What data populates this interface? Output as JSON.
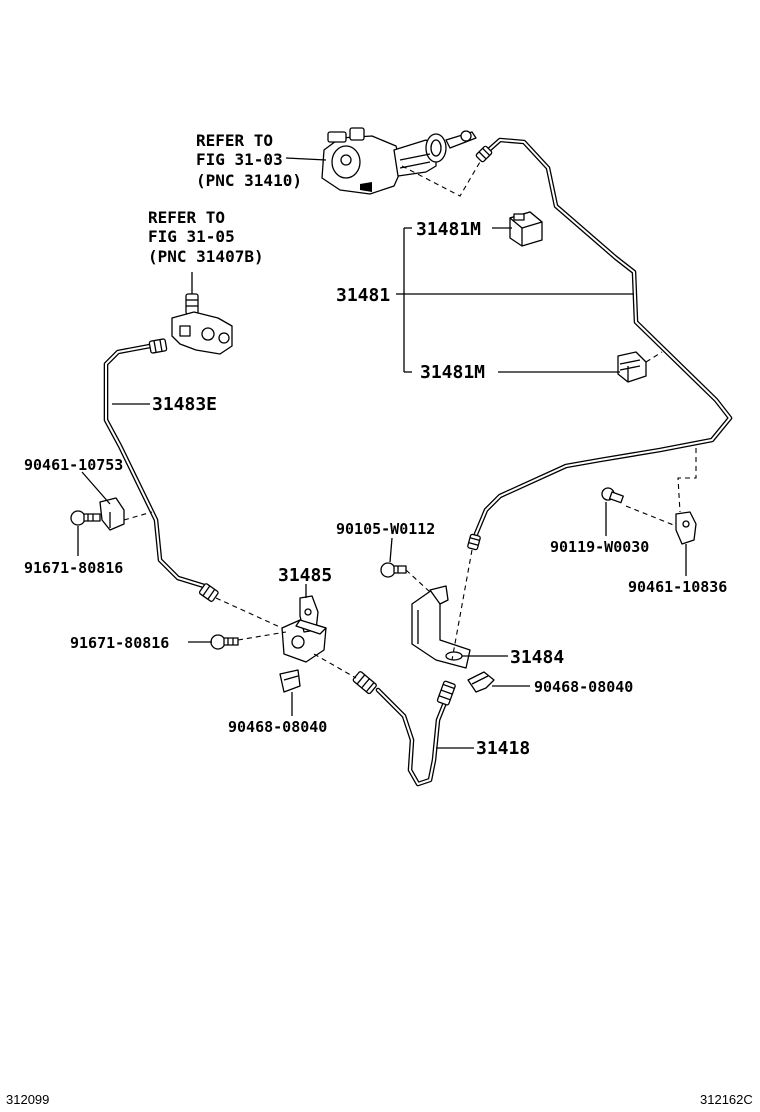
{
  "callouts": {
    "refer_master": [
      "REFER TO",
      "FIG 31-03",
      "(PNC 31410)"
    ],
    "refer_release": [
      "REFER TO",
      "FIG 31-05",
      "(PNC 31407B)"
    ],
    "p31481M_top": "31481M",
    "p31481": "31481",
    "p31481M_bottom": "31481M",
    "p31483E": "31483E",
    "p90461_10753": "90461-10753",
    "p91671_80816_left": "91671-80816",
    "p90105_W0112": "90105-W0112",
    "p90119_W0030": "90119-W0030",
    "p90461_10836": "90461-10836",
    "p31485": "31485",
    "p91671_80816_mid": "91671-80816",
    "p31484": "31484",
    "p90468_08040_right": "90468-08040",
    "p90468_08040_left": "90468-08040",
    "p31418": "31418"
  },
  "footer": {
    "left_code": "312099",
    "right_code": "312162C"
  }
}
